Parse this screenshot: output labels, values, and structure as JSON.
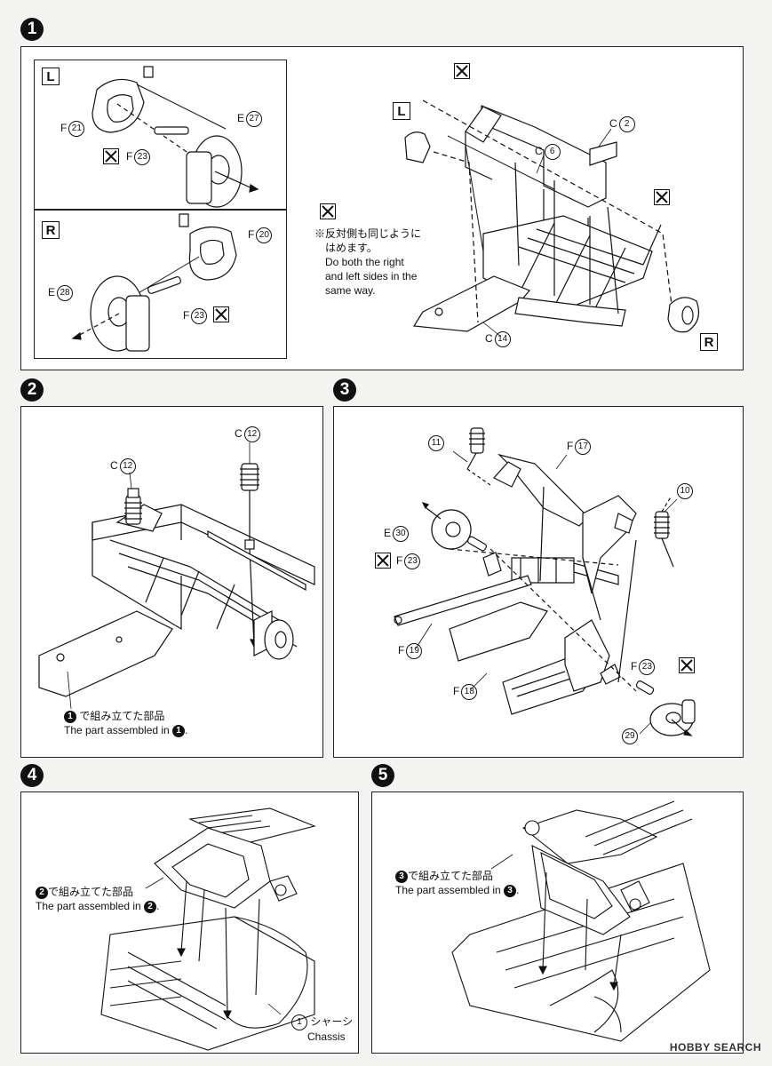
{
  "steps": {
    "s1": "1",
    "s2": "2",
    "s3": "3",
    "s4": "4",
    "s5": "5"
  },
  "step1": {
    "L": "L",
    "R": "R",
    "F21": "F",
    "n21": "21",
    "F23a": "F",
    "n23a": "23",
    "E27": "E",
    "n27": "27",
    "F20": "F",
    "n20": "20",
    "E28": "E",
    "n28": "28",
    "F23b": "F",
    "n23b": "23",
    "C2": "C",
    "n2": "2",
    "C6": "C",
    "n6": "6",
    "C14": "C",
    "n14": "14",
    "note_jp1": "※反対側も同じように",
    "note_jp2": "はめます。",
    "note_en1": "Do both the right",
    "note_en2": "and left sides in the",
    "note_en3": "same way."
  },
  "step2": {
    "C12a": "C",
    "n12a": "12",
    "C12b": "C",
    "n12b": "12",
    "assembled_jp_num": "1",
    "assembled_jp": "で組み立てた部品",
    "assembled_en": "The part assembled in",
    "assembled_en_num": "1",
    "assembled_en_end": "."
  },
  "step3": {
    "n11": "11",
    "F17": "F",
    "n17": "17",
    "n10": "10",
    "E30": "E",
    "n30": "30",
    "F23": "F",
    "n23": "23",
    "F19": "F",
    "n19": "19",
    "F18": "F",
    "n18": "18",
    "F23b": "F",
    "n23b": "23",
    "n29": "29"
  },
  "step4": {
    "assembled_jp_num": "2",
    "assembled_jp": "で組み立てた部品",
    "assembled_en": "The part assembled in",
    "assembled_en_num": "2",
    "assembled_en_end": ".",
    "n1": "1",
    "chassis_jp": "シャーシ",
    "chassis_en": "Chassis"
  },
  "step5": {
    "assembled_jp_num": "3",
    "assembled_jp": "で組み立てた部品",
    "assembled_en": "The part assembled in",
    "assembled_en_num": "3",
    "assembled_en_end": "."
  },
  "watermark": "HOBBY SEARCH"
}
